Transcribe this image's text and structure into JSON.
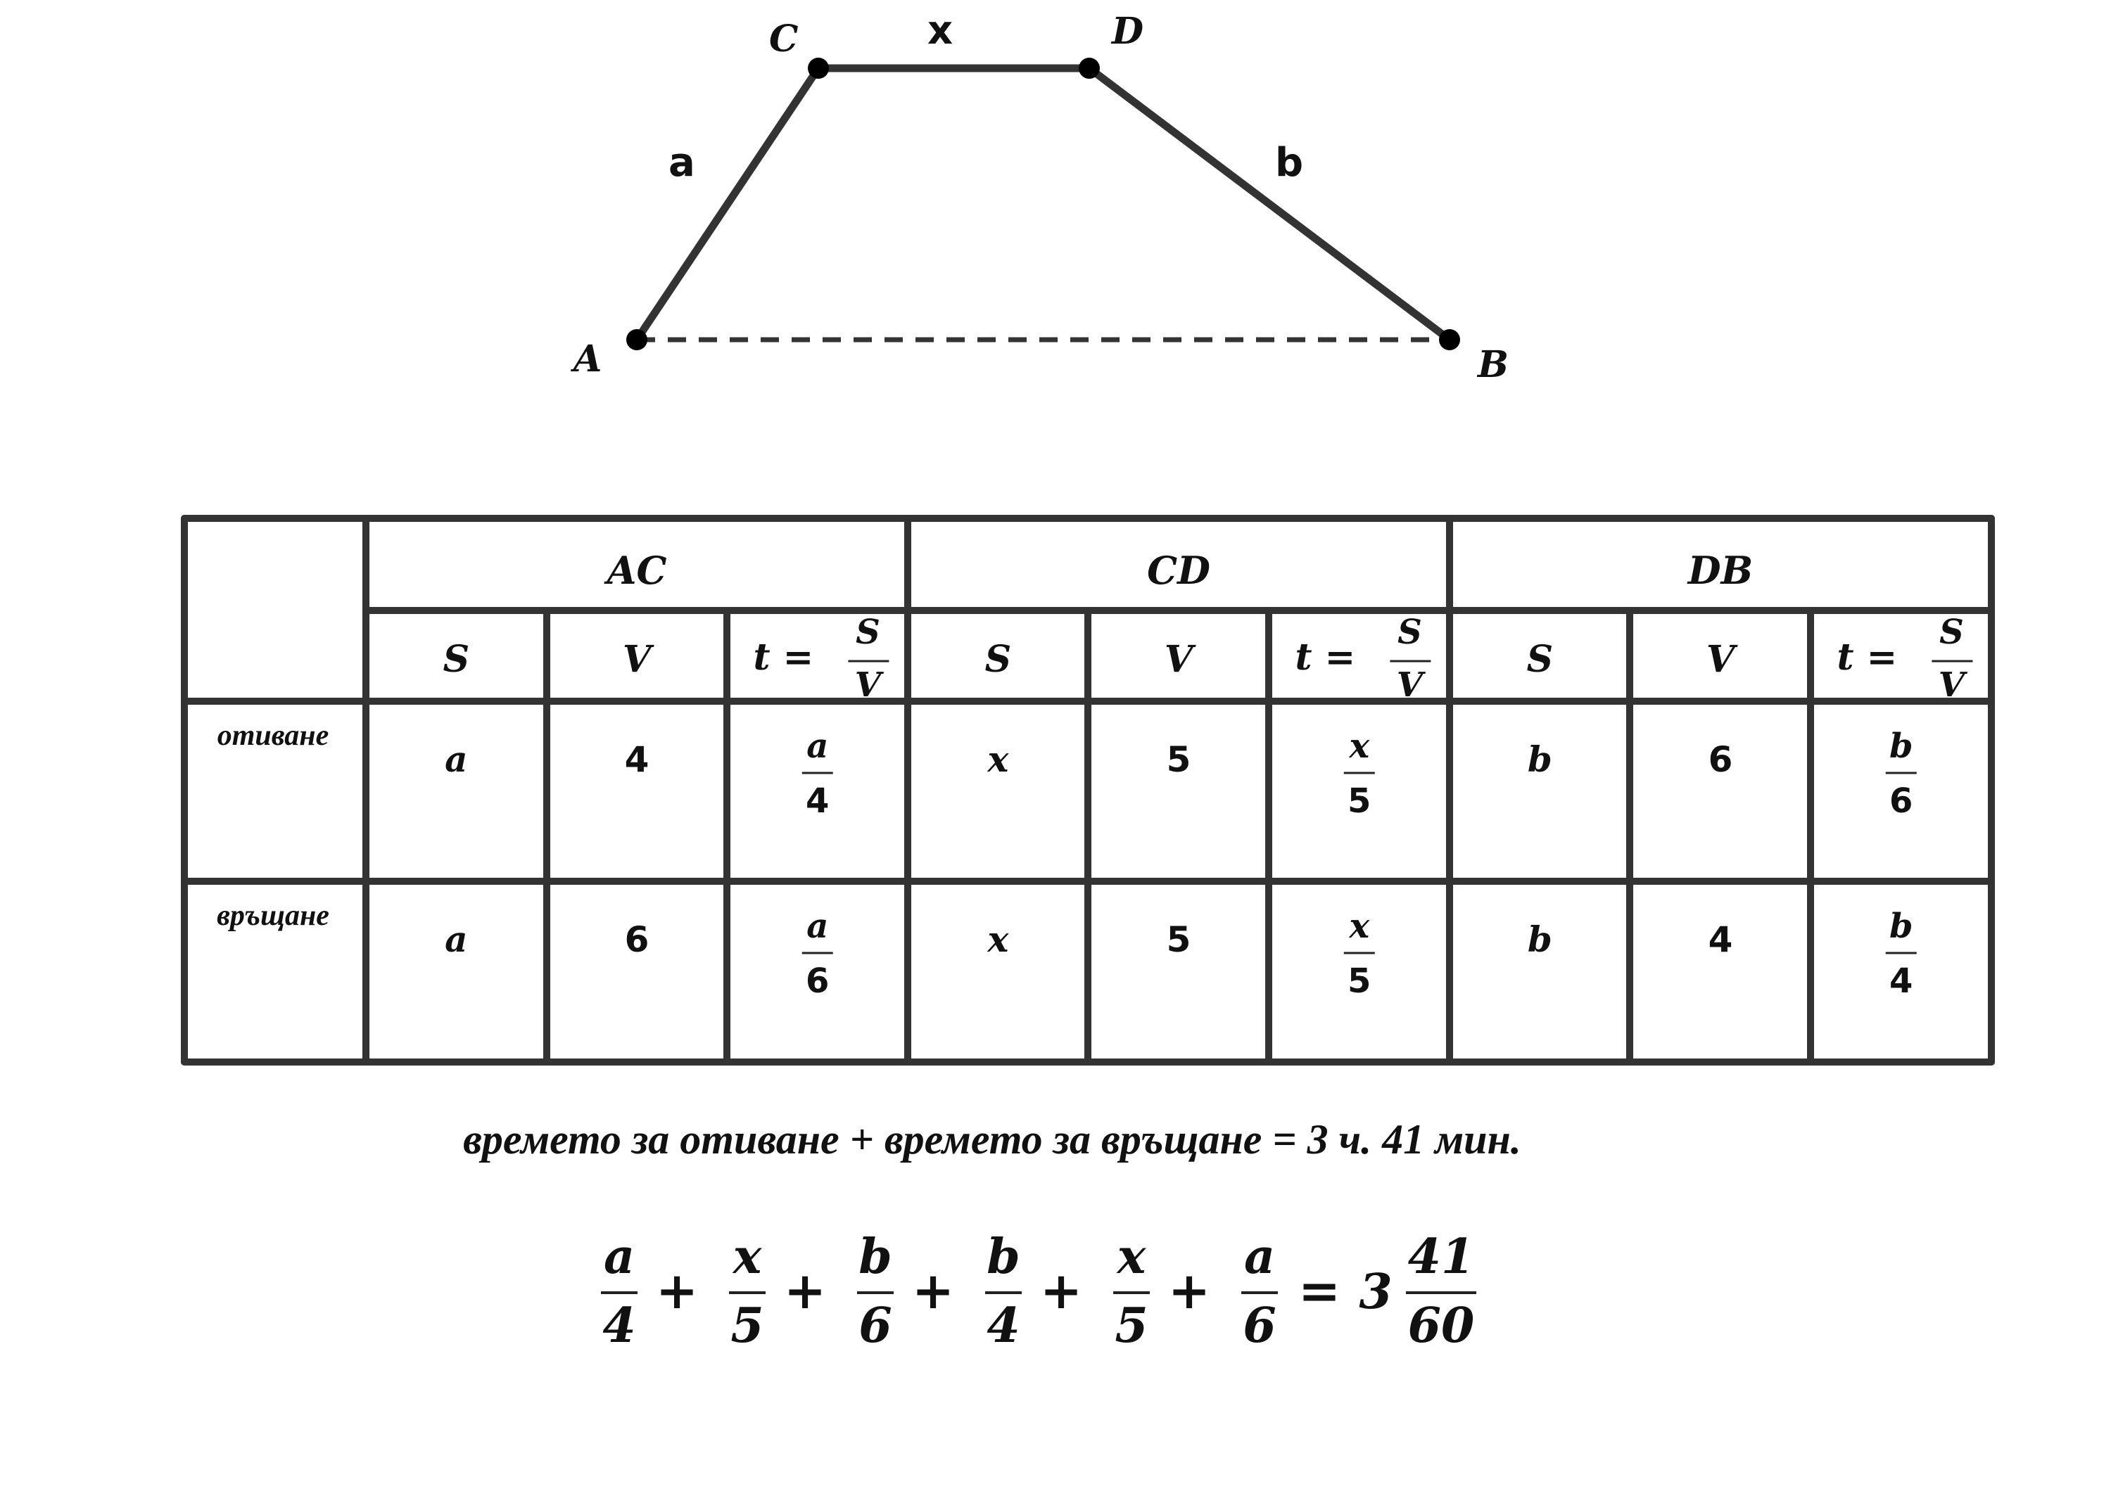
{
  "diagram": {
    "points": {
      "A": "A",
      "B": "B",
      "C": "C",
      "D": "D"
    },
    "segments": {
      "AC": "a",
      "CD": "x",
      "DB": "b"
    }
  },
  "table": {
    "groups": [
      "AC",
      "CD",
      "DB"
    ],
    "sub_headers": {
      "s": "S",
      "v": "V",
      "t_prefix": "t =",
      "t_num": "S",
      "t_den": "V"
    },
    "rows": [
      {
        "label": "отиване",
        "cells": [
          {
            "s": "a",
            "v": "4",
            "tn": "a",
            "td": "4"
          },
          {
            "s": "x",
            "v": "5",
            "tn": "x",
            "td": "5"
          },
          {
            "s": "b",
            "v": "6",
            "tn": "b",
            "td": "6"
          }
        ]
      },
      {
        "label": "връщане",
        "cells": [
          {
            "s": "a",
            "v": "6",
            "tn": "a",
            "td": "6"
          },
          {
            "s": "x",
            "v": "5",
            "tn": "x",
            "td": "5"
          },
          {
            "s": "b",
            "v": "4",
            "tn": "b",
            "td": "4"
          }
        ]
      }
    ]
  },
  "caption": "времето за отиване + времето за връщане = 3 ч. 41 мин.",
  "equation": {
    "terms": [
      {
        "num": "a",
        "den": "4"
      },
      {
        "num": "x",
        "den": "5"
      },
      {
        "num": "b",
        "den": "6"
      },
      {
        "num": "b",
        "den": "4"
      },
      {
        "num": "x",
        "den": "5"
      },
      {
        "num": "a",
        "den": "6"
      }
    ],
    "plus": "+",
    "equals": "=",
    "whole": "3",
    "frac_num": "41",
    "frac_den": "60"
  }
}
